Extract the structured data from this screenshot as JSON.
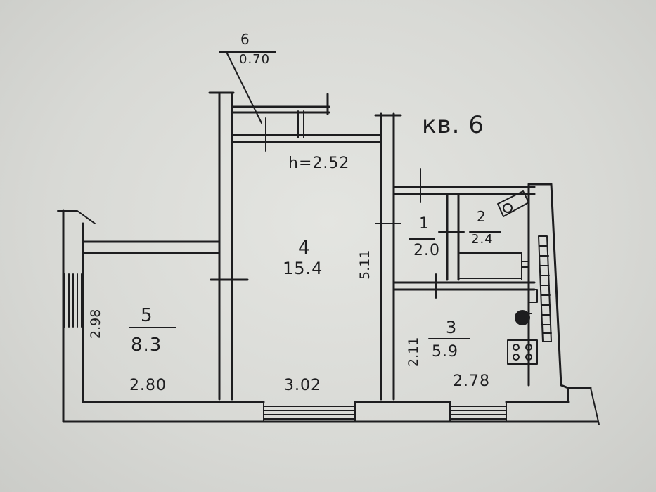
{
  "apartment_label": "кв. 6",
  "ceiling_height": "h=2.52",
  "rooms": [
    {
      "number": "1",
      "area": "2.0"
    },
    {
      "number": "2",
      "area": "2.4"
    },
    {
      "number": "3",
      "area": "5.9"
    },
    {
      "number": "4",
      "area": "15.4"
    },
    {
      "number": "5",
      "area": "8.3"
    },
    {
      "number": "6",
      "area": "0.70"
    }
  ],
  "dimensions": {
    "room5_width": "2.80",
    "room4_width": "3.02",
    "room3_width": "2.78",
    "room5_depth": "2.98",
    "room4_depth": "5.11",
    "room3_depth": "2.11"
  },
  "colors": {
    "ink": "#1d1d1f",
    "paper": "#dcddd9"
  }
}
